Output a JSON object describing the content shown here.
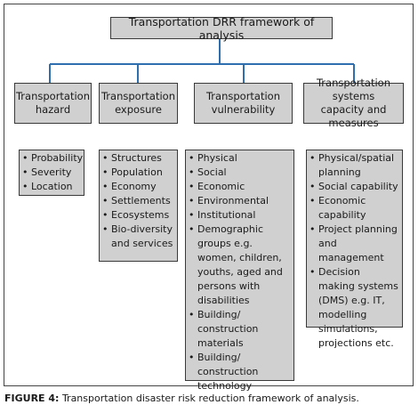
{
  "title": "Transportation DRR framework of analysis",
  "columns": [
    {
      "heading": "Transportation hazard",
      "items": [
        "Probability",
        "Severity",
        "Location"
      ]
    },
    {
      "heading": "Transportation exposure",
      "items": [
        "Structures",
        "Population",
        "Economy",
        "Settlements",
        "Ecosystems",
        "Bio-diversity and services"
      ]
    },
    {
      "heading": "Transportation vulnerability",
      "items": [
        "Physical",
        "Social",
        "Economic",
        "Environmental",
        "Institutional",
        "Demographic groups e.g. women, children, youths, aged and persons with disabilities",
        "Building/ construction materials",
        "Building/ construction technology"
      ]
    },
    {
      "heading": "Transportation systems capacity and measures",
      "items": [
        "Physical/spatial planning",
        "Social capability",
        "Economic capability",
        "Project planning and management",
        "Decision making systems (DMS) e.g. IT, modelling simulations, projections etc."
      ]
    }
  ],
  "caption": {
    "label": "FIGURE 4:",
    "text": "Transportation disaster risk reduction framework of analysis."
  },
  "colors": {
    "box_fill": "#d0d0d0",
    "connector": "#2f6fb0",
    "border": "#3a3a3a"
  }
}
